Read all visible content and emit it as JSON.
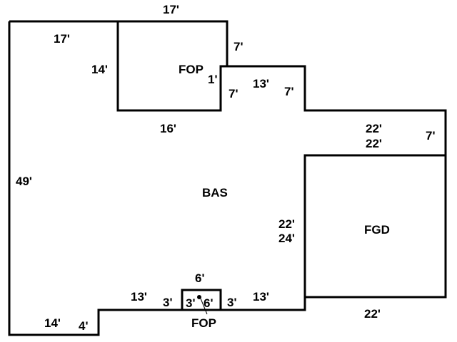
{
  "areas": {
    "bas": "BAS",
    "fop_top": "FOP",
    "fgd": "FGD",
    "fop_bottom": "FOP"
  },
  "dimensions": {
    "top_17": "17'",
    "top_left_17": "17'",
    "fop_14": "14'",
    "fop_7_right": "7'",
    "step_1": "1'",
    "step_7": "7'",
    "mid_13": "13'",
    "mid_7": "7'",
    "fop_16": "16'",
    "left_49": "49'",
    "right_22a": "22'",
    "right_22b": "22'",
    "right_7": "7'",
    "fgd_22": "22'",
    "fgd_24": "24'",
    "bottom_22": "22'",
    "porch_6_top": "6'",
    "porch_6_inner": "6'",
    "porch_3_left": "3'",
    "porch_3_inner": "3'",
    "porch_3_right": "3'",
    "bottom_13_left": "13'",
    "bottom_13_right": "13'",
    "bottom_14": "14'",
    "bottom_4": "4'"
  }
}
